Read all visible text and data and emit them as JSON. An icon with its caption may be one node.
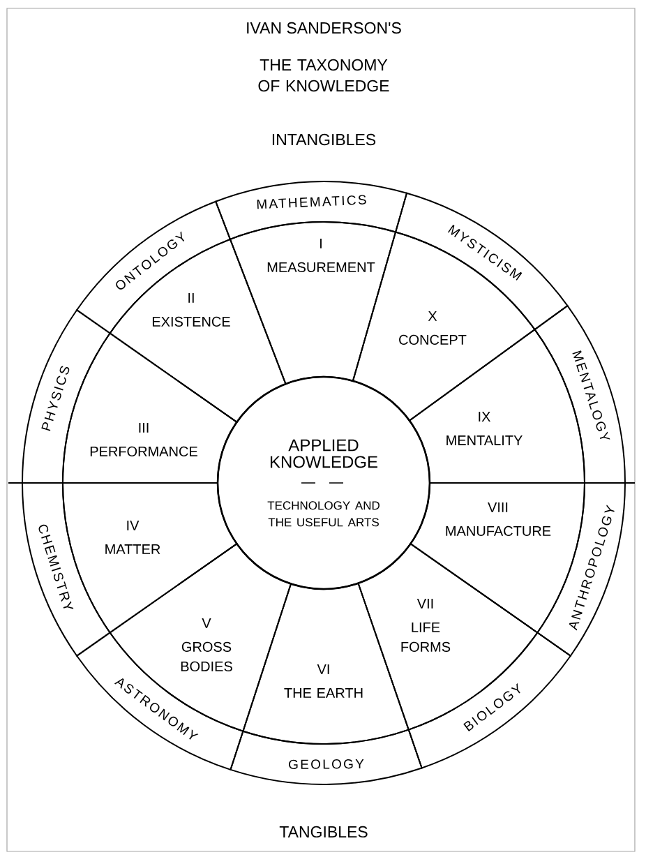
{
  "diagram": {
    "title": "THE TAXONOMY OF KNOWLEDGE",
    "nodes": [
      {
        "text": [
          "APPLIED KNOWLEDGE",
          "TECHNOLOGY AND THE USEFUL ARTS"
        ]
      },
      {
        "text": [
          "I",
          "MEASUREMENT"
        ]
      },
      {
        "text": [
          "II",
          "EXISTENCE"
        ]
      },
      {
        "text": [
          "III",
          "PERFORMANCE"
        ]
      },
      {
        "text": [
          "IV",
          "MATTER"
        ]
      },
      {
        "text": [
          "V",
          "GROSS BODIES"
        ]
      },
      {
        "text": [
          "VI",
          "THE EARTH"
        ]
      },
      {
        "text": [
          "VII",
          "LIFE FORMS"
        ]
      },
      {
        "text": [
          "VIII",
          "MANUFACTURE"
        ]
      },
      {
        "text": [
          "IX",
          "MENTALITY"
        ]
      },
      {
        "text": [
          "X",
          "CONCEPT"
        ]
      },
      {
        "text": [
          "MATHEMATICS"
        ]
      },
      {
        "text": [
          "MYSTICISM"
        ]
      },
      {
        "text": [
          "MENTALOGY"
        ]
      },
      {
        "text": [
          "ANTHROPOLOGY"
        ]
      },
      {
        "text": [
          "BIOLOGY"
        ]
      },
      {
        "text": [
          "GEOLOGY"
        ]
      },
      {
        "text": [
          "ASTRONOMY"
        ]
      },
      {
        "text": [
          "CHEMISTRY"
        ]
      },
      {
        "text": [
          "PHYSICS"
        ]
      },
      {
        "text": [
          "ONTOLOGY"
        ]
      }
    ],
    "labels": [
      "IVAN SANDERSON'S",
      "INTANGIBLES",
      "TANGIBLES"
    ]
  }
}
